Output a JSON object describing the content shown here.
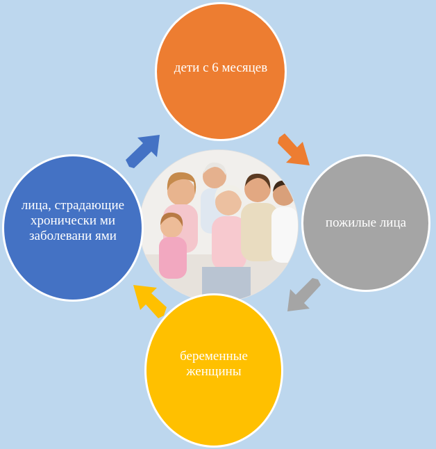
{
  "nodes": {
    "top": {
      "label": "дети с 6 месяцев",
      "color": "#ed7d31"
    },
    "right": {
      "label": "пожилые лица",
      "color": "#a5a5a5"
    },
    "bottom": {
      "label": "беременные женщины",
      "color": "#ffc000"
    },
    "left": {
      "label": "лица, страдающие хронически ми заболевани ями",
      "color": "#4472c4"
    }
  },
  "center": {
    "icon": "family-photo"
  },
  "arrows": [
    {
      "name": "arrow-left-to-top",
      "color": "#4472c4"
    },
    {
      "name": "arrow-top-to-right",
      "color": "#ed7d31"
    },
    {
      "name": "arrow-right-to-bottom",
      "color": "#a5a5a5"
    },
    {
      "name": "arrow-bottom-to-left",
      "color": "#ffc000"
    }
  ],
  "background": "#bdd7ee"
}
